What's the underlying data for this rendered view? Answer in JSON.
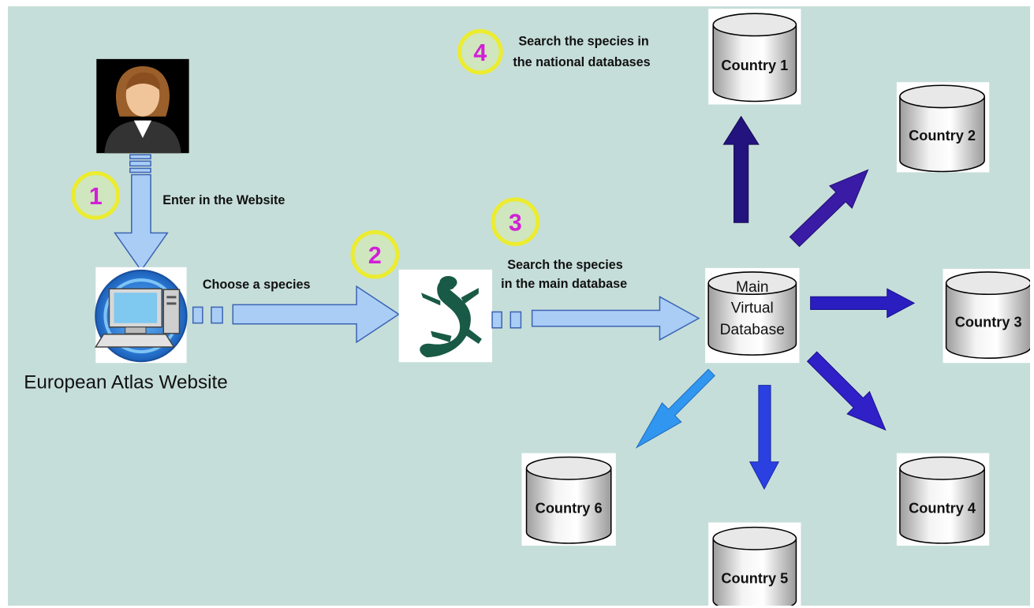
{
  "user": {
    "icon": "person-avatar-icon"
  },
  "website": {
    "caption": "European Atlas Website",
    "icon": "computer-icon"
  },
  "species_logo": {
    "icon": "lizard-icon"
  },
  "main_db": {
    "lines": [
      "Main",
      "Virtual",
      "Database"
    ]
  },
  "steps": [
    {
      "number": "1",
      "lines": [
        "Enter in the Website"
      ]
    },
    {
      "number": "2",
      "lines": [
        "Choose a species"
      ]
    },
    {
      "number": "3",
      "lines": [
        "Search the species",
        "in the main database"
      ]
    },
    {
      "number": "4",
      "lines": [
        "Search the species in",
        "the national databases"
      ]
    }
  ],
  "countries": [
    {
      "label": "Country 1"
    },
    {
      "label": "Country 2"
    },
    {
      "label": "Country 3"
    },
    {
      "label": "Country 4"
    },
    {
      "label": "Country 5"
    },
    {
      "label": "Country 6"
    }
  ],
  "colors": {
    "background": "#c6ded9",
    "flow_arrow": "#a9cdf5",
    "step_number": "#d21fd6",
    "step_circle": "#ecec30",
    "arrow_dark": "#23137e",
    "arrow_blue": "#2a40e0",
    "arrow_light": "#3196f0"
  }
}
